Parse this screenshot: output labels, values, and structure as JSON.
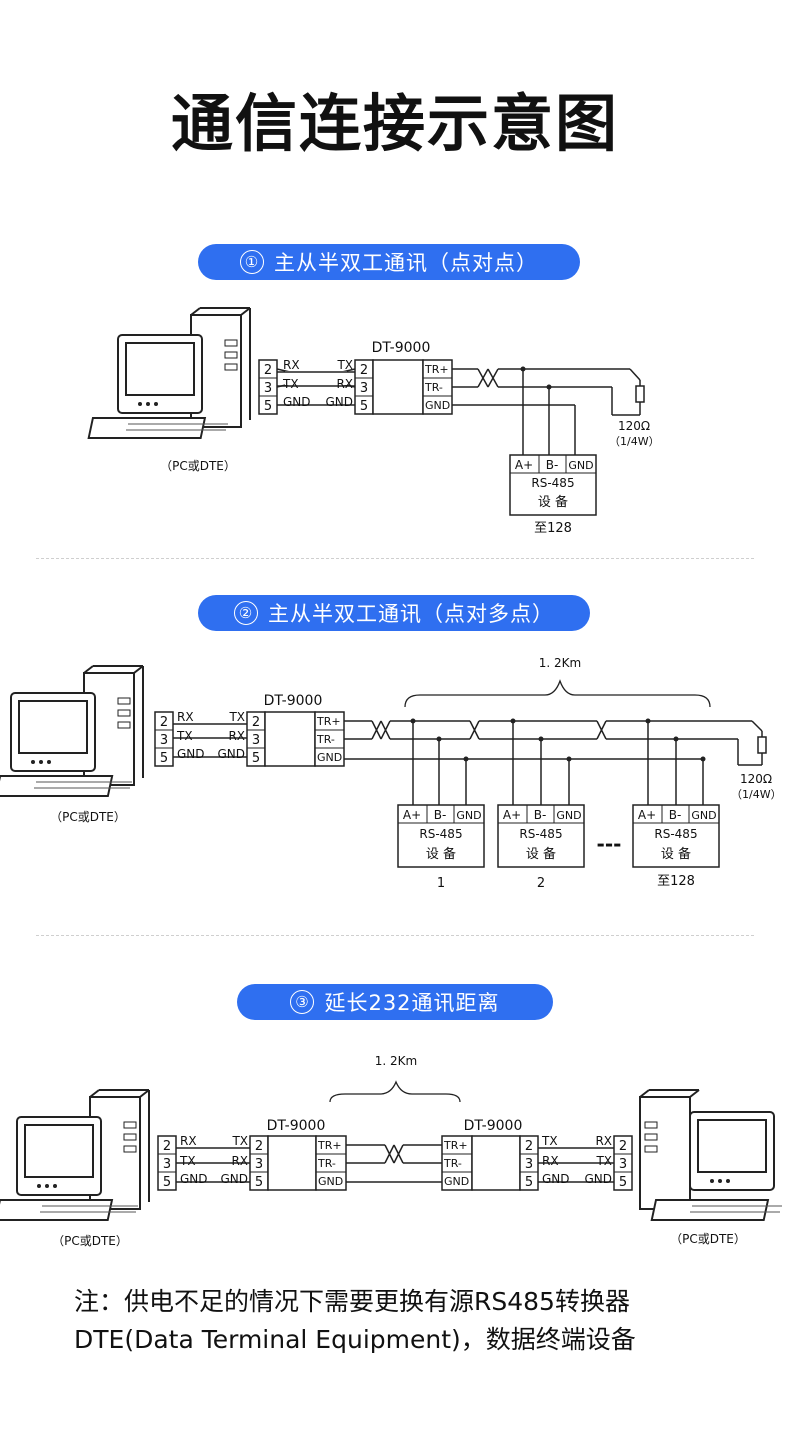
{
  "title": "通信连接示意图",
  "sections": [
    {
      "number": "①",
      "label": "主从半双工通讯（点对点）",
      "pc_label": "（PC或DTE）",
      "converter": "DT-9000",
      "pc_pins": [
        "2",
        "3",
        "5"
      ],
      "pc_signals": [
        "RX",
        "TX",
        "GND"
      ],
      "conv_signals": [
        "TX",
        "RX",
        "GND"
      ],
      "conv_pins": [
        "2",
        "3",
        "5"
      ],
      "out_signals": [
        "TR+",
        "TR-",
        "GND"
      ],
      "resistor": "120Ω",
      "resistor_power": "（1/4W）",
      "devices": [
        {
          "pins": [
            "A+",
            "B-",
            "GND"
          ],
          "name": "RS-485",
          "sub": "设 备",
          "caption": "至128"
        }
      ]
    },
    {
      "number": "②",
      "label": "主从半双工通讯（点对多点）",
      "pc_label": "（PC或DTE）",
      "converter": "DT-9000",
      "distance": "1. 2Km",
      "pc_pins": [
        "2",
        "3",
        "5"
      ],
      "pc_signals": [
        "RX",
        "TX",
        "GND"
      ],
      "conv_signals": [
        "TX",
        "RX",
        "GND"
      ],
      "conv_pins": [
        "2",
        "3",
        "5"
      ],
      "out_signals": [
        "TR+",
        "TR-",
        "GND"
      ],
      "resistor": "120Ω",
      "resistor_power": "（1/4W）",
      "ellipsis": "---",
      "devices": [
        {
          "pins": [
            "A+",
            "B-",
            "GND"
          ],
          "name": "RS-485",
          "sub": "设 备",
          "caption": "1"
        },
        {
          "pins": [
            "A+",
            "B-",
            "GND"
          ],
          "name": "RS-485",
          "sub": "设 备",
          "caption": "2"
        },
        {
          "pins": [
            "A+",
            "B-",
            "GND"
          ],
          "name": "RS-485",
          "sub": "设 备",
          "caption": "至128"
        }
      ]
    },
    {
      "number": "③",
      "label": "延长232通讯距离",
      "pc_label": "（PC或DTE）",
      "converter": "DT-9000",
      "distance": "1. 2Km",
      "pc_pins": [
        "2",
        "3",
        "5"
      ],
      "pc_signals": [
        "RX",
        "TX",
        "GND"
      ],
      "conv_signals": [
        "TX",
        "RX",
        "GND"
      ],
      "conv_pins": [
        "2",
        "3",
        "5"
      ],
      "out_signals": [
        "TR+",
        "TR-",
        "GND"
      ]
    }
  ],
  "notes": [
    "注：供电不足的情况下需要更换有源RS485转换器",
    "DTE(Data Terminal Equipment)，数据终端设备"
  ]
}
